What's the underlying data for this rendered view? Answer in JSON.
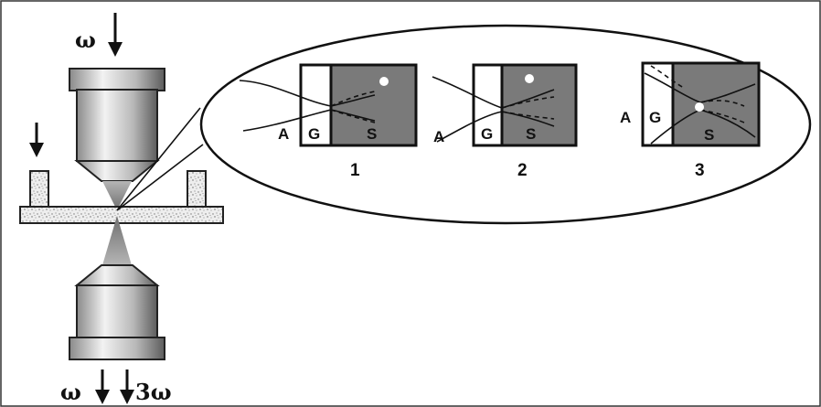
{
  "labels": {
    "omega_in": "ω",
    "omega_out": "ω",
    "third_harmonic": "3ω",
    "panels": [
      {
        "number": "1",
        "a": "A",
        "g": "G",
        "s": "S"
      },
      {
        "number": "2",
        "a": "A",
        "g": "G",
        "s": "S"
      },
      {
        "number": "3",
        "a": "A",
        "g": "G",
        "s": "S"
      }
    ]
  },
  "colors": {
    "sample_region": "#7a7a7a",
    "objective_light": "#e6e6e6",
    "objective_mid": "#a9a9a9",
    "objective_dark": "#5c5c5c",
    "ink": "#111111",
    "focal_spot": "#ffffff"
  }
}
